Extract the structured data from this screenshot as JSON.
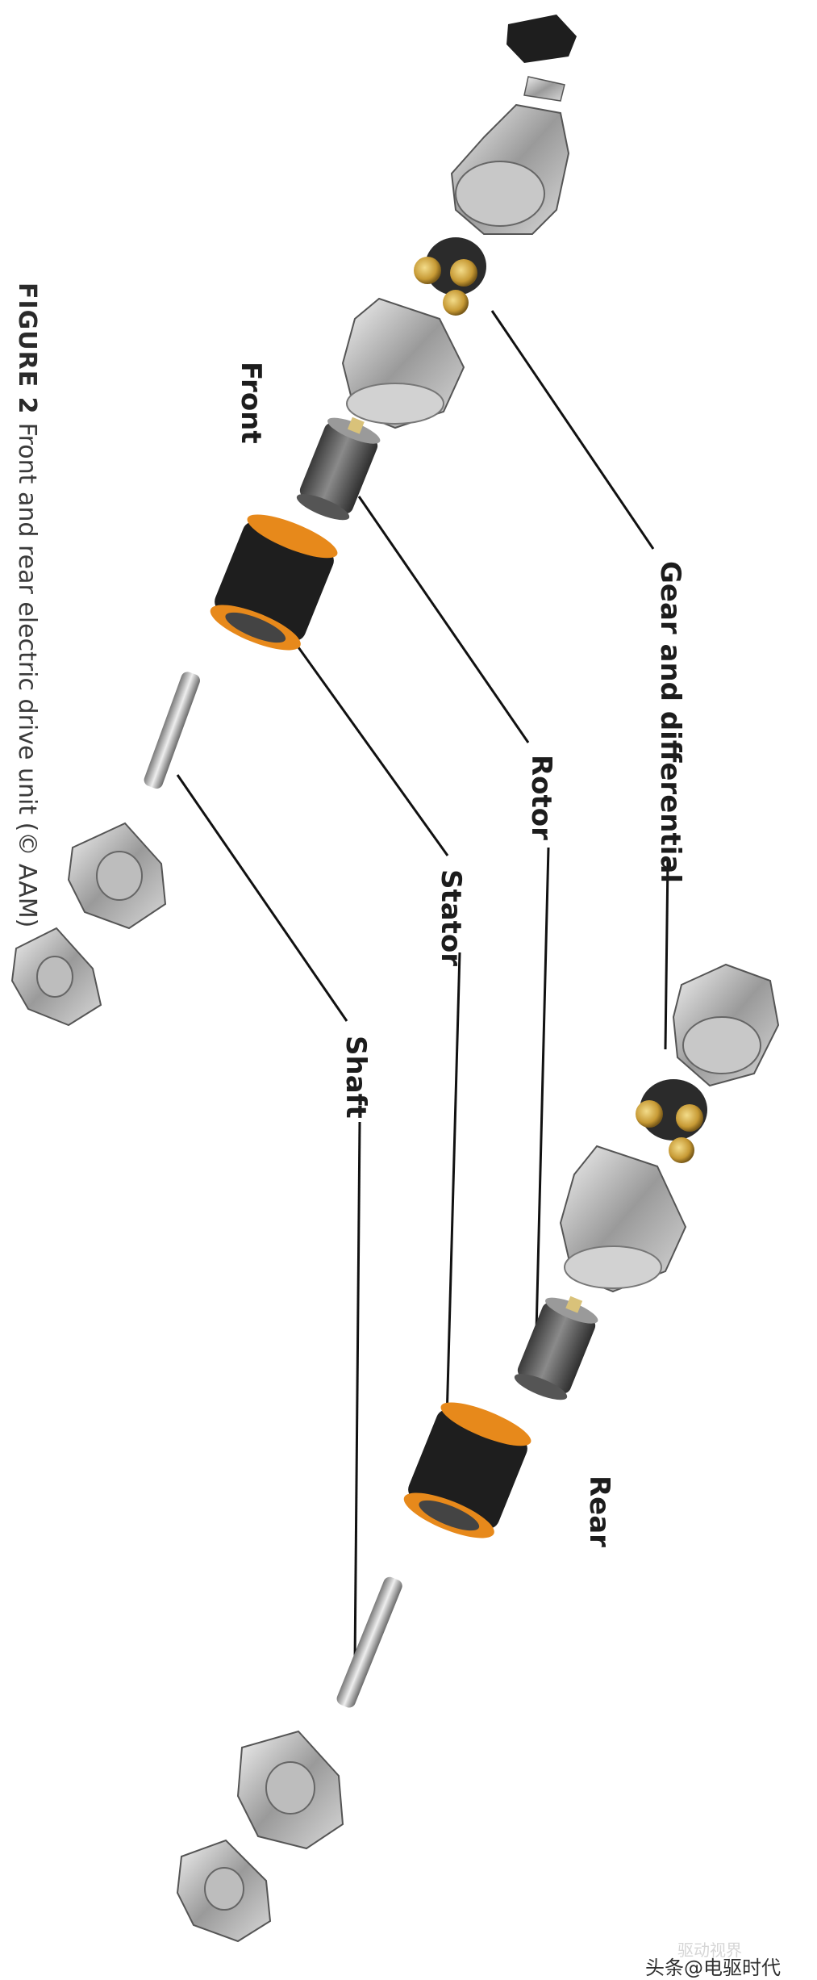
{
  "caption": {
    "figure_label": "FIGURE 2",
    "text": "Front and rear electric drive unit (© AAM)"
  },
  "labels": {
    "front": "Front",
    "rear": "Rear",
    "gear": "Gear and differential",
    "rotor": "Rotor",
    "stator": "Stator",
    "shaft": "Shaft"
  },
  "watermark": {
    "text": "头条@电驱时代",
    "ghost": "驱动视界"
  }
}
